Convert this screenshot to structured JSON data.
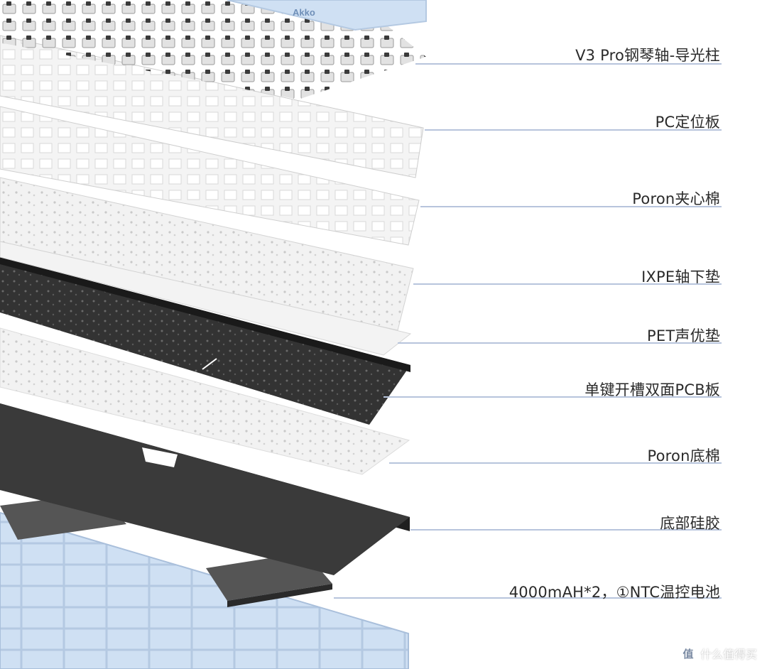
{
  "brand": "Akko",
  "layers": [
    {
      "label": "V3 Pro钢琴轴-导光柱"
    },
    {
      "label": "PC定位板"
    },
    {
      "label": "Poron夹心棉"
    },
    {
      "label": "IXPE轴下垫"
    },
    {
      "label": "PET声优垫"
    },
    {
      "label": "单键开槽双面PCB板"
    },
    {
      "label": "Poron底棉"
    },
    {
      "label": "底部硅胶"
    },
    {
      "label": "4000mAH*2，①NTC温控电池"
    }
  ],
  "watermark": {
    "icon": "zhi-badge-icon",
    "text": "什么值得买"
  },
  "colors": {
    "leader": "#b7c4dc",
    "case": "#cfe0f3",
    "dark": "#2f2f2f",
    "text": "#2a2a2a"
  }
}
